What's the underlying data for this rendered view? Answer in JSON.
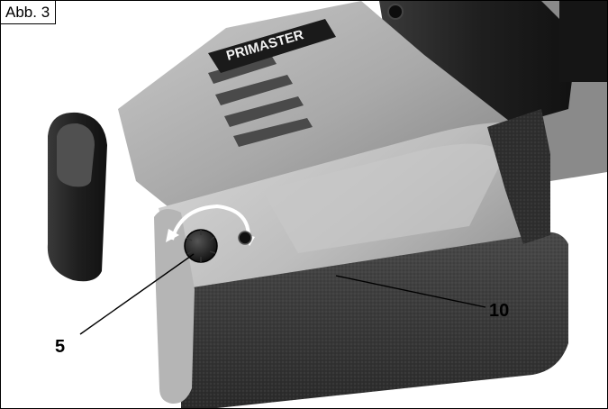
{
  "figure": {
    "label": "Abb. 3",
    "brand": "PRIMASTER",
    "callouts": [
      {
        "id": "knob",
        "text": "5"
      },
      {
        "id": "belt",
        "text": "10"
      }
    ]
  }
}
